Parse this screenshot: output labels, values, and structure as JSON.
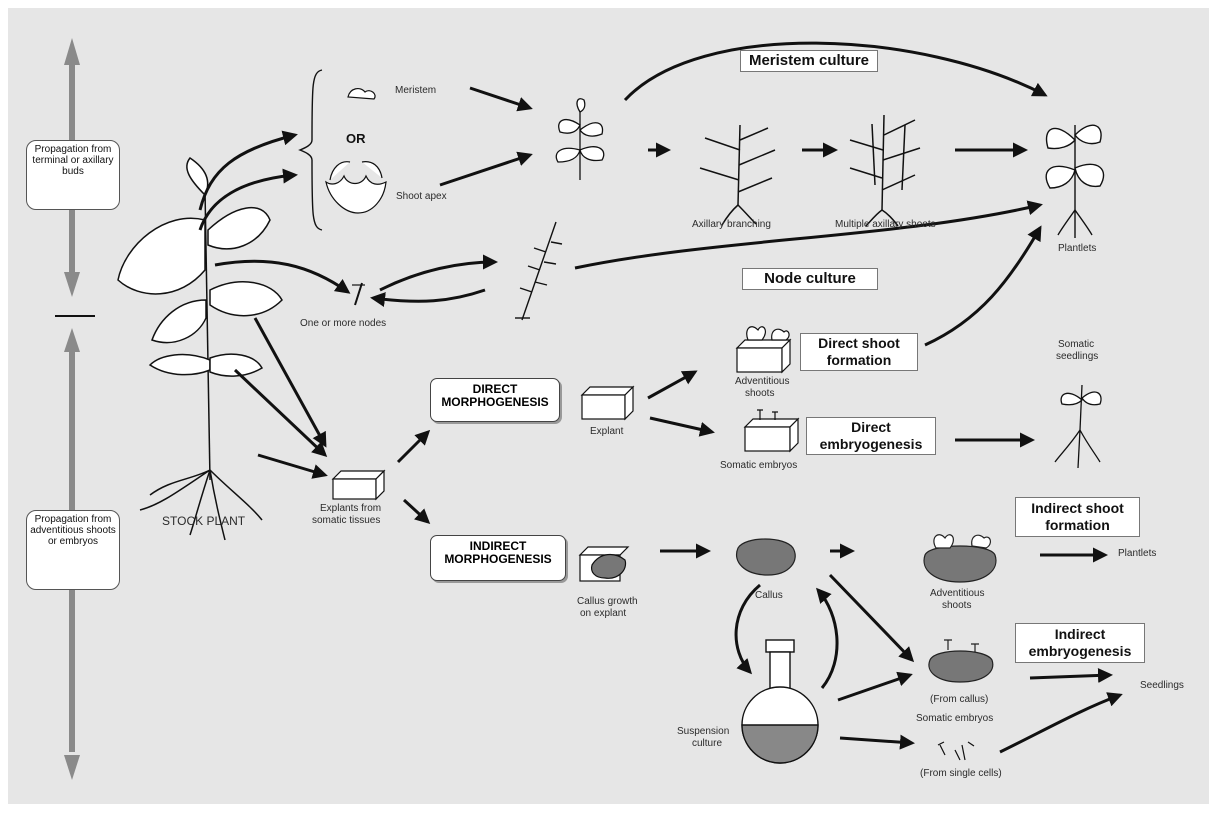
{
  "side": {
    "terminal_buds": "Propagation from terminal or axillary buds",
    "adventitious": "Propagation from adventitious shoots or embryos"
  },
  "labels": {
    "meristem_culture": "Meristem culture",
    "node_culture": "Node culture",
    "direct_shoot_formation": "Direct shoot formation",
    "direct_embryogenesis": "Direct embryogenesis",
    "indirect_shoot_formation": "Indirect shoot formation",
    "indirect_embryogenesis": "Indirect embryogenesis",
    "direct_morphogenesis": "DIRECT MORPHOGENESIS",
    "indirect_morphogenesis": "INDIRECT MORPHOGENESIS",
    "meristem": "Meristem",
    "or": "OR",
    "shoot_apex": "Shoot apex",
    "axillary_branching": "Axillary branching",
    "multiple_axillary_shoots": "Multiple axillary shoots",
    "plantlets": "Plantlets",
    "plantlets_2": "Plantlets",
    "nodes": "One or more nodes",
    "adventitious_shoots_1": "Adventitious",
    "adventitious_shoots_2": "shoots",
    "somatic_1": "Somatic",
    "seedlings_small": "seedlings",
    "explant": "Explant",
    "somatic_embryos": "Somatic embryos",
    "explants_1": "Explants from",
    "explants_2": "somatic tissues",
    "stock_plant": "STOCK PLANT",
    "callus": "Callus",
    "callus_growth_1": "Callus growth",
    "callus_growth_2": "on explant",
    "from_callus": "(From callus)",
    "seedlings": "Seedlings",
    "suspension_1": "Suspension",
    "suspension_2": "culture",
    "from_single_cells": "(From single cells)"
  }
}
